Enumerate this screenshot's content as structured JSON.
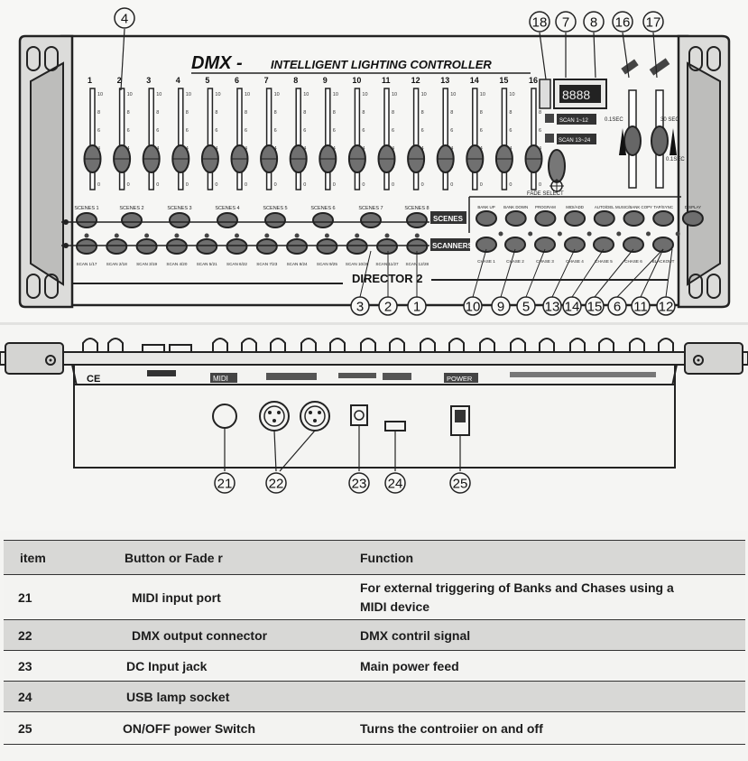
{
  "front_panel": {
    "title_brand": "DMX -",
    "title_rest": "INTELLIGENT LIGHTING CONTROLLER",
    "model": "DIRECTOR 2",
    "fader_numbers": [
      "1",
      "2",
      "3",
      "4",
      "5",
      "6",
      "7",
      "8",
      "9",
      "10",
      "11",
      "12",
      "13",
      "14",
      "15",
      "16"
    ],
    "fader_scale": [
      "10",
      "8",
      "6",
      "4",
      "2",
      "0"
    ],
    "scene_labels": [
      "SCENES 1",
      "SCENES 2",
      "SCENES 3",
      "SCENES 4",
      "SCENES 5",
      "SCENES 6",
      "SCENES 7",
      "SCENES 8"
    ],
    "scan_labels": [
      "SCAN 1/17",
      "SCAN 2/18",
      "SCAN 3/19",
      "SCAN 4/20",
      "SCAN 5/21",
      "SCAN 6/22",
      "SCAN 7/23",
      "SCAN 8/24",
      "SCAN 9/25",
      "SCAN 10/26",
      "SCAN 11/27",
      "SCAN 12/28"
    ],
    "scenes_tag": "SCENES",
    "scanners_tag": "SCANNERS",
    "right_top_labels": [
      "BANK UP",
      "BANK DOWN",
      "PROGRAM",
      "MIDI/ADD",
      "AUTO/DEL",
      "MUSIC/BANK COPY",
      "TAP/SYNC",
      "DISPLAY"
    ],
    "chase_labels": [
      "CHASE 1",
      "CHASE 2",
      "CHASE 3",
      "CHASE 4",
      "CHASE 5",
      "CHASE 6",
      "BLACKOUT"
    ],
    "fade_select": "FADE SELECT",
    "page_a": "SCAN 1~12",
    "page_b": "SCAN 13~24",
    "display_digits": "8888",
    "speed_label": "0.1SEC",
    "fade_label": "30 SEC",
    "fade_label2": "0.1SEC",
    "callouts_top": [
      "4",
      "18",
      "7",
      "8",
      "16",
      "17"
    ],
    "callouts_bottom": [
      "3",
      "2",
      "1",
      "10",
      "9",
      "5",
      "13",
      "14",
      "15",
      "6",
      "11",
      "12"
    ]
  },
  "rear_panel": {
    "ce_mark": "CE",
    "midi_label": "MIDI",
    "power_label": "POWER",
    "callouts": [
      "21",
      "22",
      "23",
      "24",
      "25"
    ]
  },
  "function_table": {
    "headers": {
      "item": "item",
      "button": "Button or Fade r",
      "function": "Function"
    },
    "rows": [
      {
        "item": "21",
        "button": "MIDI input port",
        "function": "For external triggering of Banks and Chases using a",
        "function2": "MIDI device"
      },
      {
        "item": "22",
        "button": "DMX output connector",
        "function": "DMX contril signal",
        "function2": ""
      },
      {
        "item": "23",
        "button": "DC Input jack",
        "function": "Main power feed",
        "function2": ""
      },
      {
        "item": "24",
        "button": "USB lamp socket",
        "function": "",
        "function2": ""
      },
      {
        "item": "25",
        "button": "ON/OFF power  Switch",
        "function": "Turns the controiier on and off",
        "function2": ""
      }
    ]
  }
}
